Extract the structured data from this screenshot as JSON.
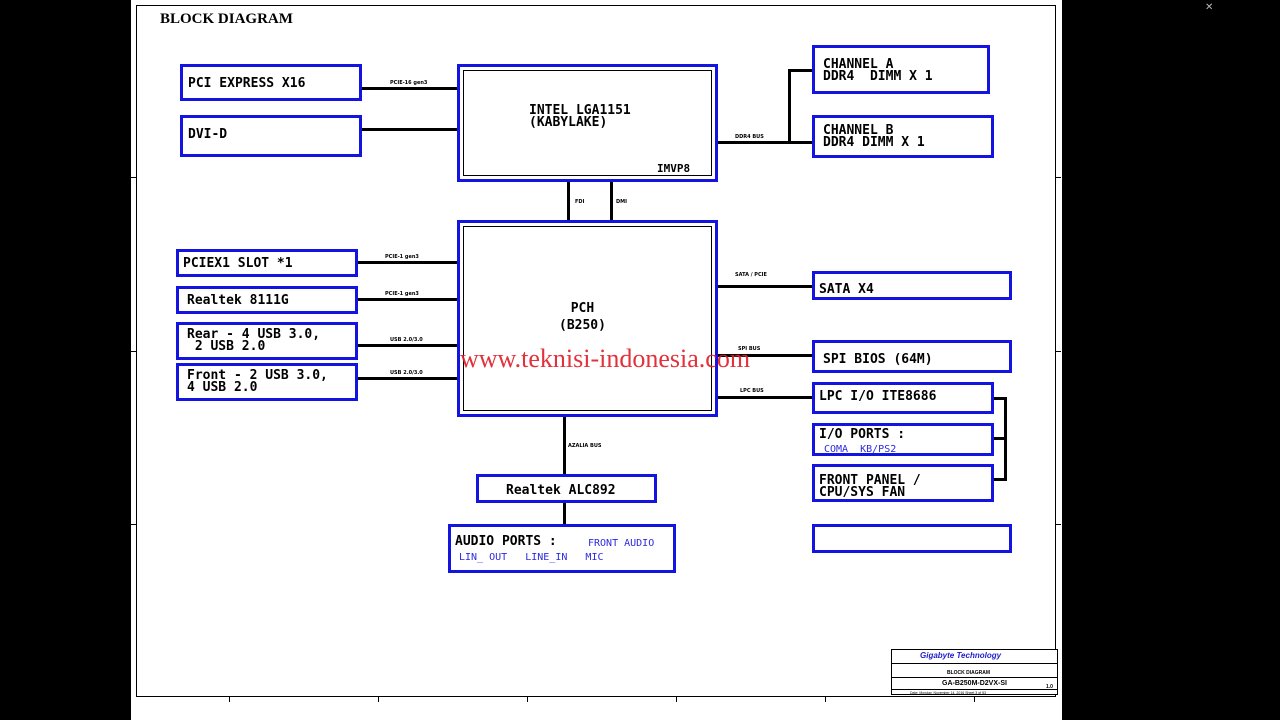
{
  "title": "BLOCK DIAGRAM",
  "watermark": "www.teknisi-indonesia.com",
  "blocks": {
    "pcie_x16": "PCI EXPRESS X16",
    "dvi_d": "DVI-D",
    "cpu": "INTEL LGA1151\n(KABYLAKE)",
    "cpu_sub": "IMVP8",
    "ch_a": "CHANNEL A\nDDR4  DIMM X 1",
    "ch_b": "CHANNEL B\nDDR4 DIMM X 1",
    "pciex1": "PCIEX1 SLOT *1",
    "realtek_lan": "Realtek 8111G",
    "rear_usb": "Rear - 4 USB 3.0,\n 2 USB 2.0",
    "front_usb": "Front - 2 USB 3.0,\n4 USB 2.0",
    "pch": "PCH\n(B250)",
    "sata": "SATA X4",
    "spi_bios": "SPI BIOS (64M)",
    "lpc_io": "LPC I/O ITE8686",
    "io_ports": "I/O PORTS :",
    "io_ports_sub": "COMA  KB/PS2",
    "front_panel": "FRONT PANEL /\nCPU/SYS FAN",
    "audio_codec": "Realtek ALC892",
    "audio_ports": "AUDIO PORTS :",
    "audio_front": "FRONT AUDIO",
    "audio_sub": "LIN_ OUT   LINE_IN   MIC",
    "empty": ""
  },
  "buses": {
    "pcie16": "PCIE-16 gen3",
    "ddr4": "DDR4 BUS",
    "fdi": "FDI",
    "dmi": "DMI",
    "pcie1_a": "PCIE-1 gen3",
    "pcie1_b": "PCIE-1 gen3",
    "usb_a": "USB 2.0/3.0",
    "usb_b": "USB 2.0/3.0",
    "sata_pcie": "SATA / PCIE",
    "spi": "SPI BUS",
    "lpc": "LPC BUS",
    "azalia": "AZALIA BUS"
  },
  "title_block": {
    "company": "Gigabyte Technology",
    "document": "BLOCK DIAGRAM",
    "model": "GA-B250M-D2VX-SI",
    "date": "Date:   Monday, November 14, 2016        Sheet      3      of      53",
    "rev": "1.0"
  },
  "colors": {
    "box_border": "#1414e0",
    "watermark": "#e0202a",
    "company": "#2020c8"
  }
}
